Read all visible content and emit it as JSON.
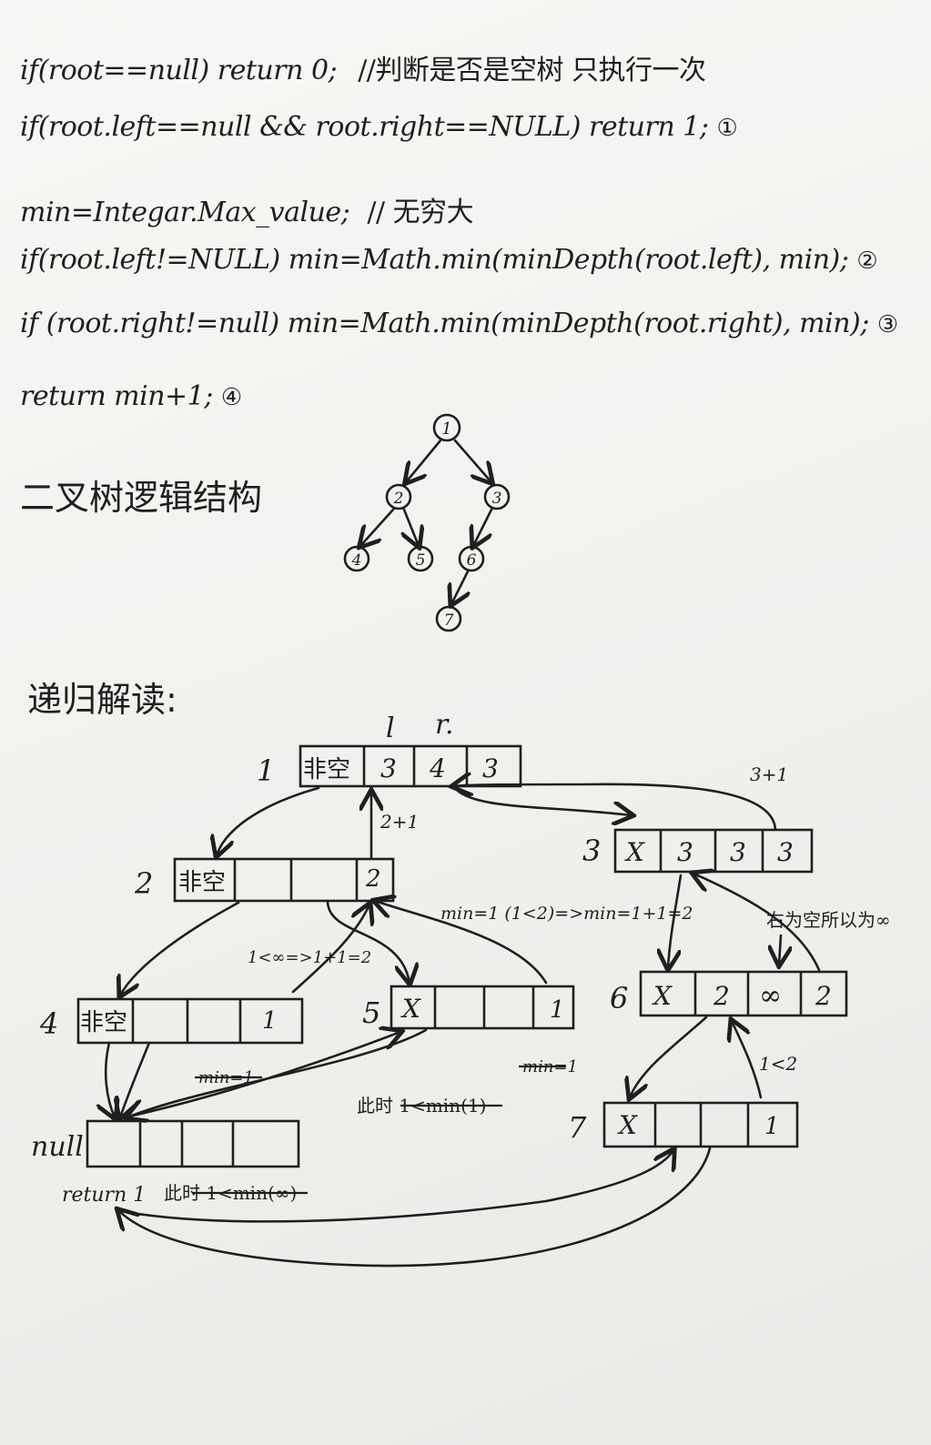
{
  "code": [
    {
      "code": "if(root==null)  return 0;",
      "comment": "//判断是否是空树 只执行一次",
      "marker": ""
    },
    {
      "code": "if(root.left==null && root.right==NULL)  return 1;",
      "comment": "",
      "marker": "①"
    },
    {
      "code": "min=Integar.Max_value;",
      "comment": "// 无穷大",
      "marker": ""
    },
    {
      "code": "if(root.left!=NULL)  min=Math.min(minDepth(root.left), min);",
      "comment": "",
      "marker": "②"
    },
    {
      "code": "if (root.right!=null)  min=Math.min(minDepth(root.right), min);",
      "comment": "",
      "marker": "③"
    },
    {
      "code": "return  min+1;",
      "comment": "",
      "marker": "④"
    }
  ],
  "tree": {
    "heading": "二叉树逻辑结构",
    "nodes": [
      "1",
      "2",
      "3",
      "4",
      "5",
      "6",
      "7"
    ]
  },
  "recursion": {
    "heading": "递归解读:",
    "col_labels": {
      "left": "l",
      "right": "r."
    },
    "frames": [
      {
        "label": "1",
        "cells": [
          "非空",
          "3",
          "4",
          "3"
        ]
      },
      {
        "label": "2",
        "cells": [
          "非空",
          "",
          "",
          "2"
        ]
      },
      {
        "label": "3",
        "cells": [
          "X",
          "3",
          "3",
          "3"
        ]
      },
      {
        "label": "4",
        "cells": [
          "非空",
          "",
          "",
          "1"
        ]
      },
      {
        "label": "5",
        "cells": [
          "X",
          "",
          "",
          "1"
        ]
      },
      {
        "label": "6",
        "cells": [
          "X",
          "2",
          "∞",
          "2"
        ]
      },
      {
        "label": "7",
        "cells": [
          "X",
          "",
          "",
          "1"
        ]
      },
      {
        "label": "null",
        "cells": [
          "",
          "",
          "",
          ""
        ]
      }
    ],
    "annotations": {
      "a_2plus1": "2+1",
      "a_3plus1": "3+1",
      "a_inf": "1<∞=>1+1=2",
      "a_min1": "min=1 (1<2)=>min=1+1=2",
      "a_empty": "右为空所以为∞",
      "a_k2": "1<2",
      "a_min_struck1": "min=1",
      "a_min_struck2": "min=1",
      "a_this1": "此时 1<min(1)",
      "a_return": "return 1",
      "a_this2": "此时 1<min(∞)"
    }
  }
}
